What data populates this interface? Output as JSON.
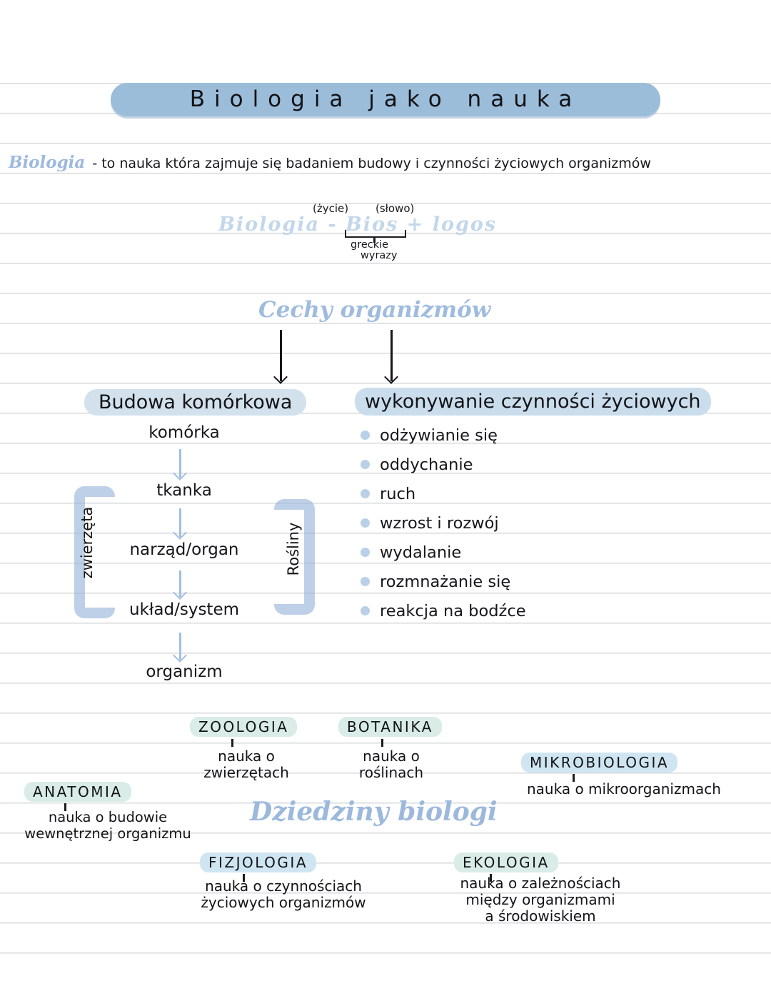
{
  "title": "Biologia jako nauka",
  "definition": {
    "term": "Biologia",
    "text": "- to nauka która zajmuje się badaniem budowy i czynności życiowych organizmów"
  },
  "etymology": {
    "phrase": "Biologia - Bios + logos",
    "bios_gloss": "(życie)",
    "logos_gloss": "(słowo)",
    "note_line1": "greckie",
    "note_line2": "wyrazy"
  },
  "features": {
    "title": "Cechy organizmów"
  },
  "structure": {
    "heading": "Budowa komórkowa",
    "levels": [
      "komórka",
      "tkanka",
      "narząd/organ",
      "układ/system",
      "organizm"
    ],
    "animals_label": "zwierzęta",
    "plants_label": "Rośliny"
  },
  "functions": {
    "heading": "wykonywanie czynności życiowych",
    "items": [
      "odżywianie się",
      "oddychanie",
      "ruch",
      "wzrost i rozwój",
      "wydalanie",
      "rozmnażanie się",
      "reakcja na bodźce"
    ]
  },
  "fields": {
    "title": "Dziedziny biologi",
    "entries": [
      {
        "name": "ZOOLOGIA",
        "desc": "nauka o\nzwierzętach"
      },
      {
        "name": "BOTANIKA",
        "desc": "nauka o\nroślinach"
      },
      {
        "name": "MIKROBIOLOGIA",
        "desc": "nauka o mikroorganizmach"
      },
      {
        "name": "ANATOMIA",
        "desc": "nauka o budowie\nwewnętrznej organizmu"
      },
      {
        "name": "FIZJOLOGIA",
        "desc": "nauka o czynnościach\nżyciowych organizmów"
      },
      {
        "name": "EKOLOGIA",
        "desc": "nauka o zależnościach\nmiędzy organizmami\na środowiskiem"
      }
    ]
  },
  "colors": {
    "title_pill": "#9bbdda",
    "branch_highlight": "#cddfeb",
    "teal_highlight": "#d9ece8",
    "blue_highlight": "#cfe6f2",
    "blue_ink": "#9db9dd",
    "light_blue_ink": "#c3d7ea",
    "black_ink": "#17171a",
    "bullet_dot": "#b9d0e8",
    "ruling_line": "#d8dadc"
  }
}
